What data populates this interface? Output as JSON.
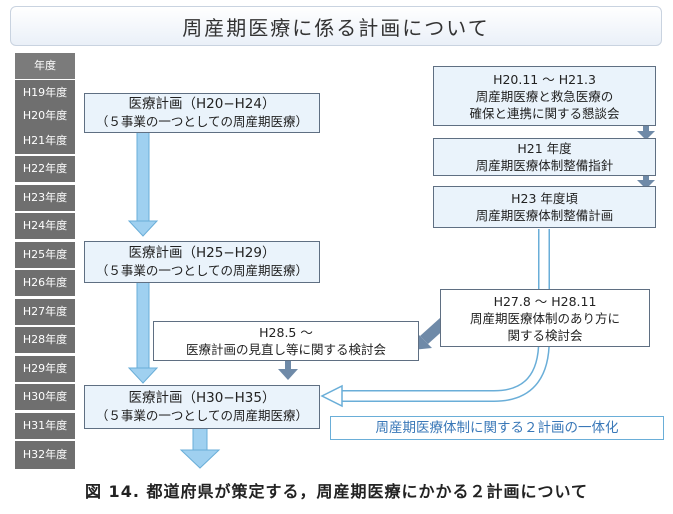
{
  "title": "周産期医療に係る計画について",
  "years": {
    "header": "年度",
    "rows": [
      "H19年度",
      "H20年度",
      "H21年度",
      "H22年度",
      "H23年度",
      "H24年度",
      "H25年度",
      "H26年度",
      "H27年度",
      "H28年度",
      "H29年度",
      "H30年度",
      "H31年度",
      "H32年度"
    ]
  },
  "plans": [
    {
      "line1": "医療計画（H20−H24）",
      "line2": "（５事業の一つとしての周産期医療）"
    },
    {
      "line1": "医療計画（H25−H29）",
      "line2": "（５事業の一つとしての周産期医療）"
    },
    {
      "line1": "医療計画（H30−H35）",
      "line2": "（５事業の一つとしての周産期医療）"
    }
  ],
  "right_boxes": [
    {
      "lines": [
        "H20.11 〜 H21.3",
        "周産期医療と救急医療の",
        "確保と連携に関する懇談会"
      ]
    },
    {
      "lines": [
        "H21 年度",
        "周産期医療体制整備指針"
      ]
    },
    {
      "lines": [
        "H23 年度頃",
        "周産期医療体制整備計画"
      ]
    },
    {
      "lines": [
        "H27.8 〜 H28.11",
        "周産期医療体制のあり方に",
        "関する検討会"
      ]
    }
  ],
  "review_box": {
    "lines": [
      "H28.5 〜",
      "医療計画の見直し等に関する検討会"
    ]
  },
  "unify_label": "周産期医療体制に関する２計画の一体化",
  "caption": "図 14.  都道府県が策定する，周産期医療にかかる２計画について",
  "colors": {
    "arrow_fill": "#9fd0f0",
    "arrow_stroke": "#6aaed8",
    "dark_arrow": "#6f8aa8",
    "year_bg": "#6f6f6f"
  }
}
